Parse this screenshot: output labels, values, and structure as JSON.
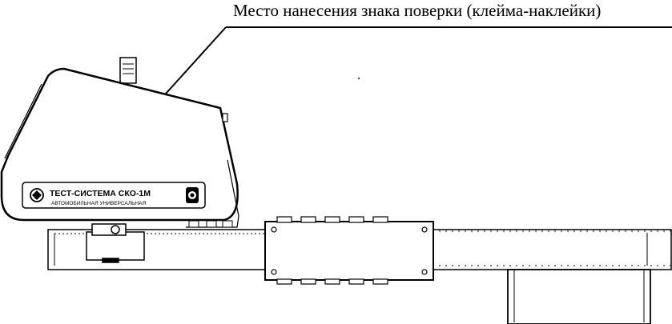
{
  "caption": {
    "text": "Место нанесения знака поверки (клейма-наклейки)"
  },
  "device": {
    "label_main": "ТЕСТ-СИСТЕМА СКО-1М",
    "label_sub": "АВТОМОБИЛЬНАЯ УНИВЕРСАЛЬНАЯ"
  },
  "colors": {
    "ink": "#000000",
    "paper": "#ffffff"
  },
  "icons": [
    "brand-logo-icon",
    "certification-mark-icon"
  ]
}
